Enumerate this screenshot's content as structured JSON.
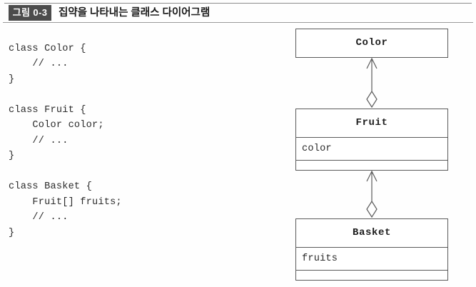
{
  "figure": {
    "badge_label": "그림 0-3",
    "title": "집약을 나타내는 클래스 다이어그램",
    "badge_color": "#4c4c4c",
    "badge_text_color": "#ffffff"
  },
  "code_listing": {
    "language": "java",
    "text": "class Color {\n    // ...\n}\n\nclass Fruit {\n    Color color;\n    // ...\n}\n\nclass Basket {\n    Fruit[] fruits;\n    // ...\n}"
  },
  "diagram": {
    "type": "uml-class-diagram",
    "relationship": "aggregation",
    "line_color": "#5a5a5a",
    "fill_color": "#ffffff",
    "classes": [
      {
        "name": "Color",
        "attributes": [],
        "operations": []
      },
      {
        "name": "Fruit",
        "attributes": [
          "color"
        ],
        "operations": []
      },
      {
        "name": "Basket",
        "attributes": [
          "fruits"
        ],
        "operations": []
      }
    ],
    "connectors": [
      {
        "from": "Fruit",
        "to": "Color",
        "kind": "aggregation",
        "diamond_end": "Fruit",
        "arrow_end": "Color"
      },
      {
        "from": "Basket",
        "to": "Fruit",
        "kind": "aggregation",
        "diamond_end": "Basket",
        "arrow_end": "Fruit"
      }
    ]
  }
}
